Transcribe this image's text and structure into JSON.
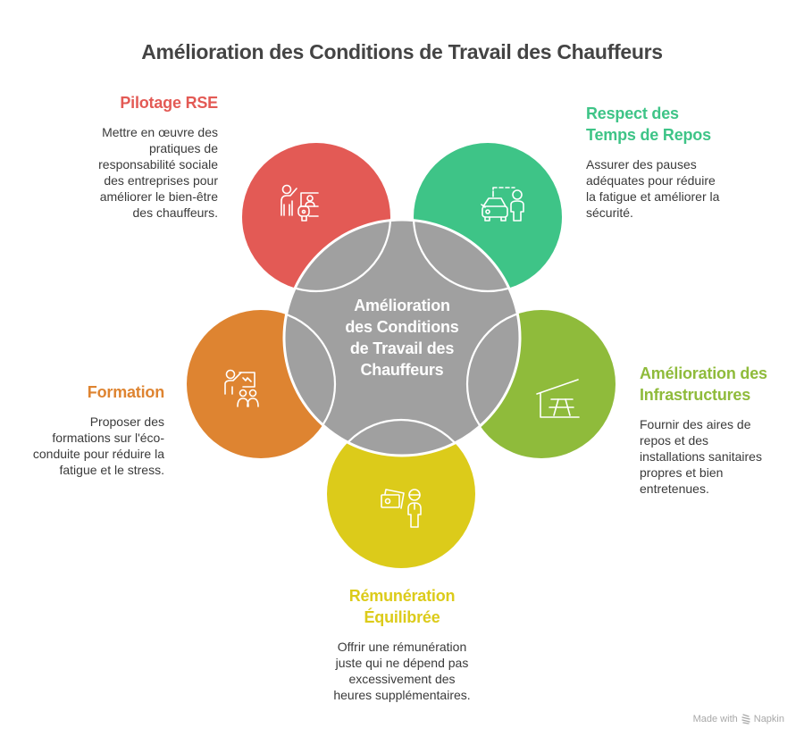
{
  "title": "Amélioration des Conditions de Travail des Chauffeurs",
  "center": {
    "label": "Amélioration des Conditions de Travail des Chauffeurs",
    "lines": [
      "Amélioration",
      "des Conditions",
      "de Travail des",
      "Chauffeurs"
    ],
    "color": "#A0A0A0"
  },
  "items": [
    {
      "id": "pilotage-rse",
      "title_lines": [
        "Pilotage RSE"
      ],
      "description": "Mettre en œuvre des pratiques de responsabilité sociale des entreprises pour améliorer le bien-être des chauffeurs.",
      "color": "#E35A55",
      "icon": "presenter-driver-car-icon"
    },
    {
      "id": "respect-temps-repos",
      "title_lines": [
        "Respect des",
        "Temps de Repos"
      ],
      "description": "Assurer des pauses adéquates pour réduire la fatigue et améliorer la sécurité.",
      "color": "#3EC487",
      "icon": "car-person-pause-icon"
    },
    {
      "id": "amelioration-infrastructures",
      "title_lines": [
        "Amélioration des",
        "Infrastructures"
      ],
      "description": "Fournir des aires de repos et des installations sanitaires propres et bien entretenues.",
      "color": "#8FBB3B",
      "icon": "picnic-shelter-icon"
    },
    {
      "id": "remuneration-equilibree",
      "title_lines": [
        "Rémunération",
        "Équilibrée"
      ],
      "description": "Offrir une rémunération juste qui ne dépend pas excessivement des heures supplémentaires.",
      "color": "#DCCB1A",
      "icon": "money-employee-icon"
    },
    {
      "id": "formation",
      "title_lines": [
        "Formation"
      ],
      "description": "Proposer des formations sur l'éco-conduite pour réduire la fatigue et le stress.",
      "color": "#DE8431",
      "icon": "teacher-audience-icon"
    }
  ],
  "text_blocks": {
    "pilotage": {
      "title": "Pilotage RSE",
      "lines": [
        "Mettre en œuvre des",
        "pratiques de",
        "responsabilité sociale",
        "des entreprises pour",
        "améliorer le bien-être",
        "des chauffeurs."
      ]
    },
    "repos": {
      "title1": "Respect des",
      "title2": "Temps de Repos",
      "lines": [
        "Assurer des pauses",
        "adéquates pour réduire",
        "la fatigue et améliorer la",
        "sécurité."
      ]
    },
    "infra": {
      "title1": "Amélioration des",
      "title2": "Infrastructures",
      "lines": [
        "Fournir des aires de",
        "repos et des",
        "installations sanitaires",
        "propres et bien",
        "entretenues."
      ]
    },
    "remun": {
      "title1": "Rémunération",
      "title2": "Équilibrée",
      "lines": [
        "Offrir une rémunération",
        "juste qui ne dépend pas",
        "excessivement des",
        "heures supplémentaires."
      ]
    },
    "formation": {
      "title": "Formation",
      "lines": [
        "Proposer des",
        "formations sur l'éco-",
        "conduite pour réduire la",
        "fatigue et le stress."
      ]
    }
  },
  "footer": {
    "made_with": "Made with",
    "brand": "Napkin"
  }
}
